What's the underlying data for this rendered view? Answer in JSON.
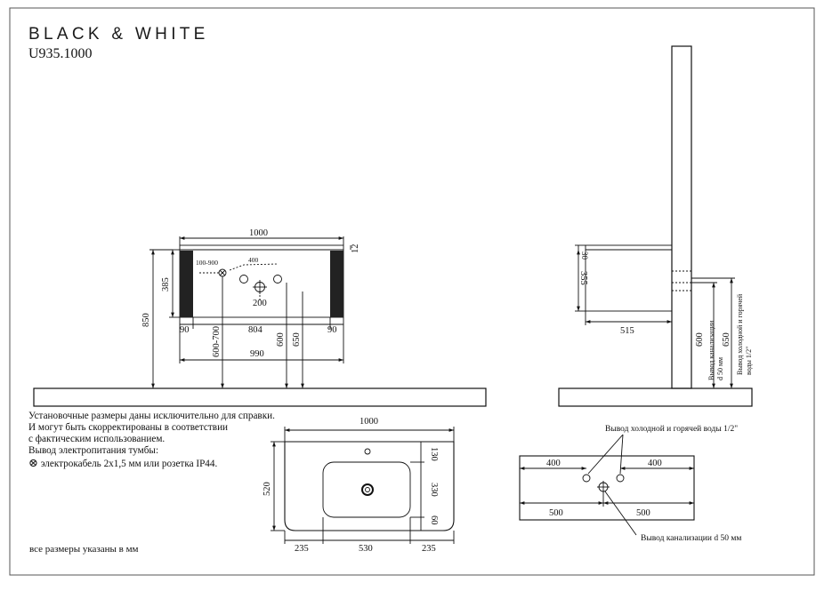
{
  "brand": {
    "name": "BLACK & WHITE",
    "model": "U935.1000"
  },
  "notes": {
    "lines": [
      "Установочные размеры даны исключительно для справки.",
      "И могут быть скорректированы в соответствии",
      "с фактическим использованием.",
      "Вывод электропитания тумбы:"
    ],
    "cable_symbol": "⊗",
    "cable": "электрокабель 2x1,5 мм или розетка IP44.",
    "footnote": "все размеры указаны в мм"
  },
  "front": {
    "width": "1000",
    "top_thickness": "12",
    "height": "385",
    "total_height": "850",
    "outlet_range": "100-900",
    "pipe_spacing": "400",
    "drain_offset": "200",
    "side_left": "90",
    "inner_width": "804",
    "side_right": "90",
    "outlet_height": "600-700",
    "water_height": "600",
    "drain_height": "650",
    "wall_width": "990"
  },
  "side": {
    "top": "30",
    "body": "355",
    "depth": "515",
    "water_height": "600",
    "drain_height": "650",
    "drain_label_1": "Вывод канализации",
    "drain_label_2": "d 50 мм",
    "water_label_1": "Вывод холодной и горячей",
    "water_label_2": "воды 1/2\""
  },
  "plan": {
    "width": "1000",
    "depth": "520",
    "back": "130",
    "bowl": "330",
    "front": "60",
    "left": "235",
    "bowl_width": "530",
    "right": "235"
  },
  "wall": {
    "water_label": "Вывод холодной и горячей воды 1/2\"",
    "left_pipe": "400",
    "right_pipe": "400",
    "left_drain": "500",
    "right_drain": "500",
    "drain_label": "Вывод канализации d 50 мм"
  }
}
